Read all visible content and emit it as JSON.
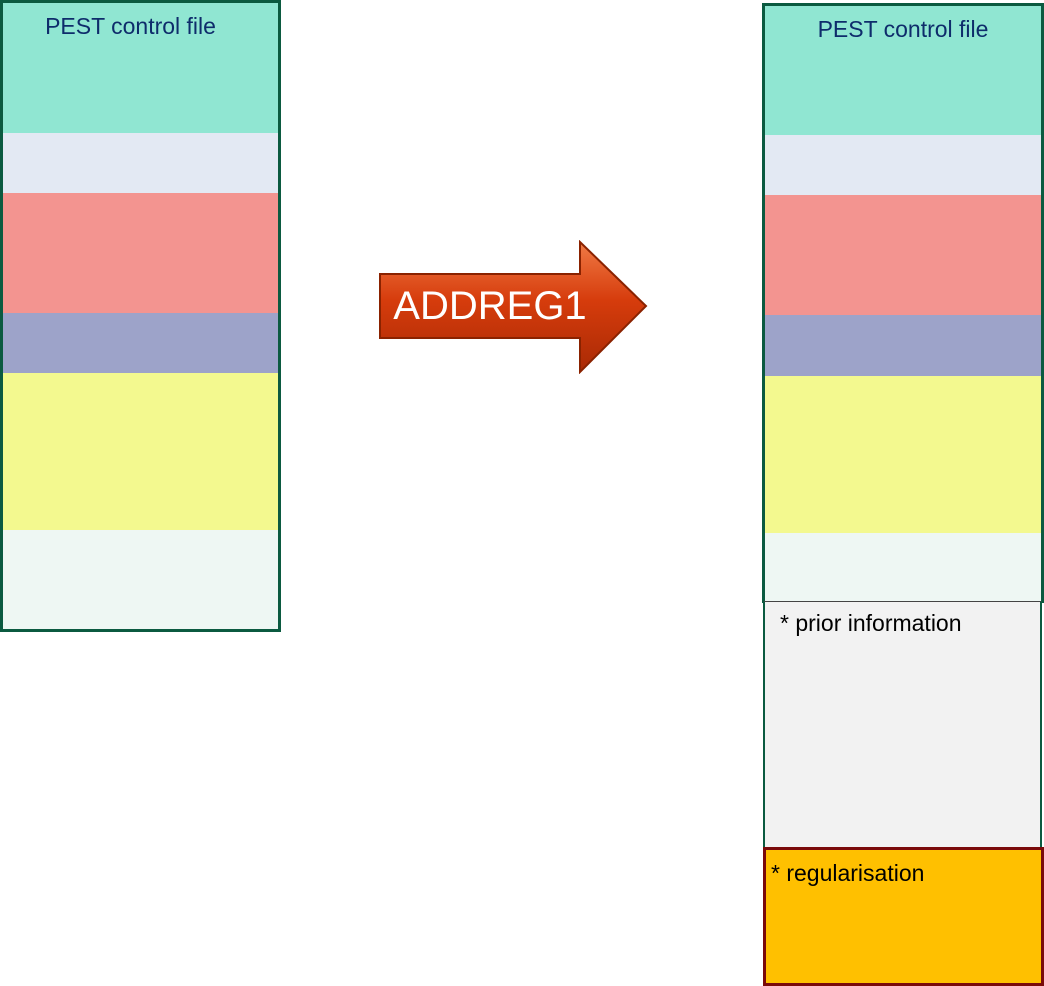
{
  "left_file": {
    "title": "PEST control file"
  },
  "right_file": {
    "title": "PEST control file",
    "added_sections": {
      "prior_information": "* prior information",
      "regularisation": "* regularisation"
    }
  },
  "arrow": {
    "label": "ADDREG1",
    "color": "#d63c0c"
  },
  "section_colors": [
    "#90e6d2",
    "#e3e9f3",
    "#f39490",
    "#9da3c9",
    "#f3f98f",
    "#eef7f3"
  ],
  "added_section_colors": {
    "prior_information": "#f2f2f2",
    "regularisation": "#ffc000"
  }
}
